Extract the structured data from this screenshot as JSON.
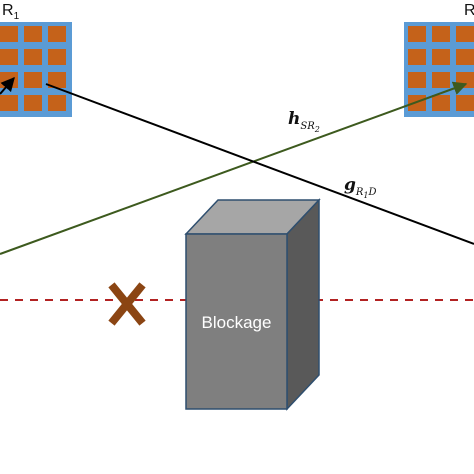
{
  "ris_left": {
    "name": "R",
    "subscript": "1"
  },
  "ris_right": {
    "name": "R",
    "subscript": ""
  },
  "channels": {
    "h_sr2": {
      "symbol": "h",
      "subscript": "SR",
      "subsubscript": "2"
    },
    "g_r1d": {
      "symbol": "g",
      "subscript": "R",
      "subsubscript": "1",
      "subtail": "D"
    }
  },
  "blockage": {
    "label": "Blockage"
  },
  "blocked_marker": {
    "icon": "cross-icon"
  },
  "colors": {
    "ris_frame": "#5b9bd5",
    "ris_element": "#c5621a",
    "link_green": "#3d5a1e",
    "link_black": "#000000",
    "blocked_path": "#b22222",
    "cross": "#8b4513",
    "block_front": "#7f7f7f",
    "block_top": "#a6a6a6",
    "block_side": "#595959",
    "block_edge": "#2f4f6f"
  }
}
